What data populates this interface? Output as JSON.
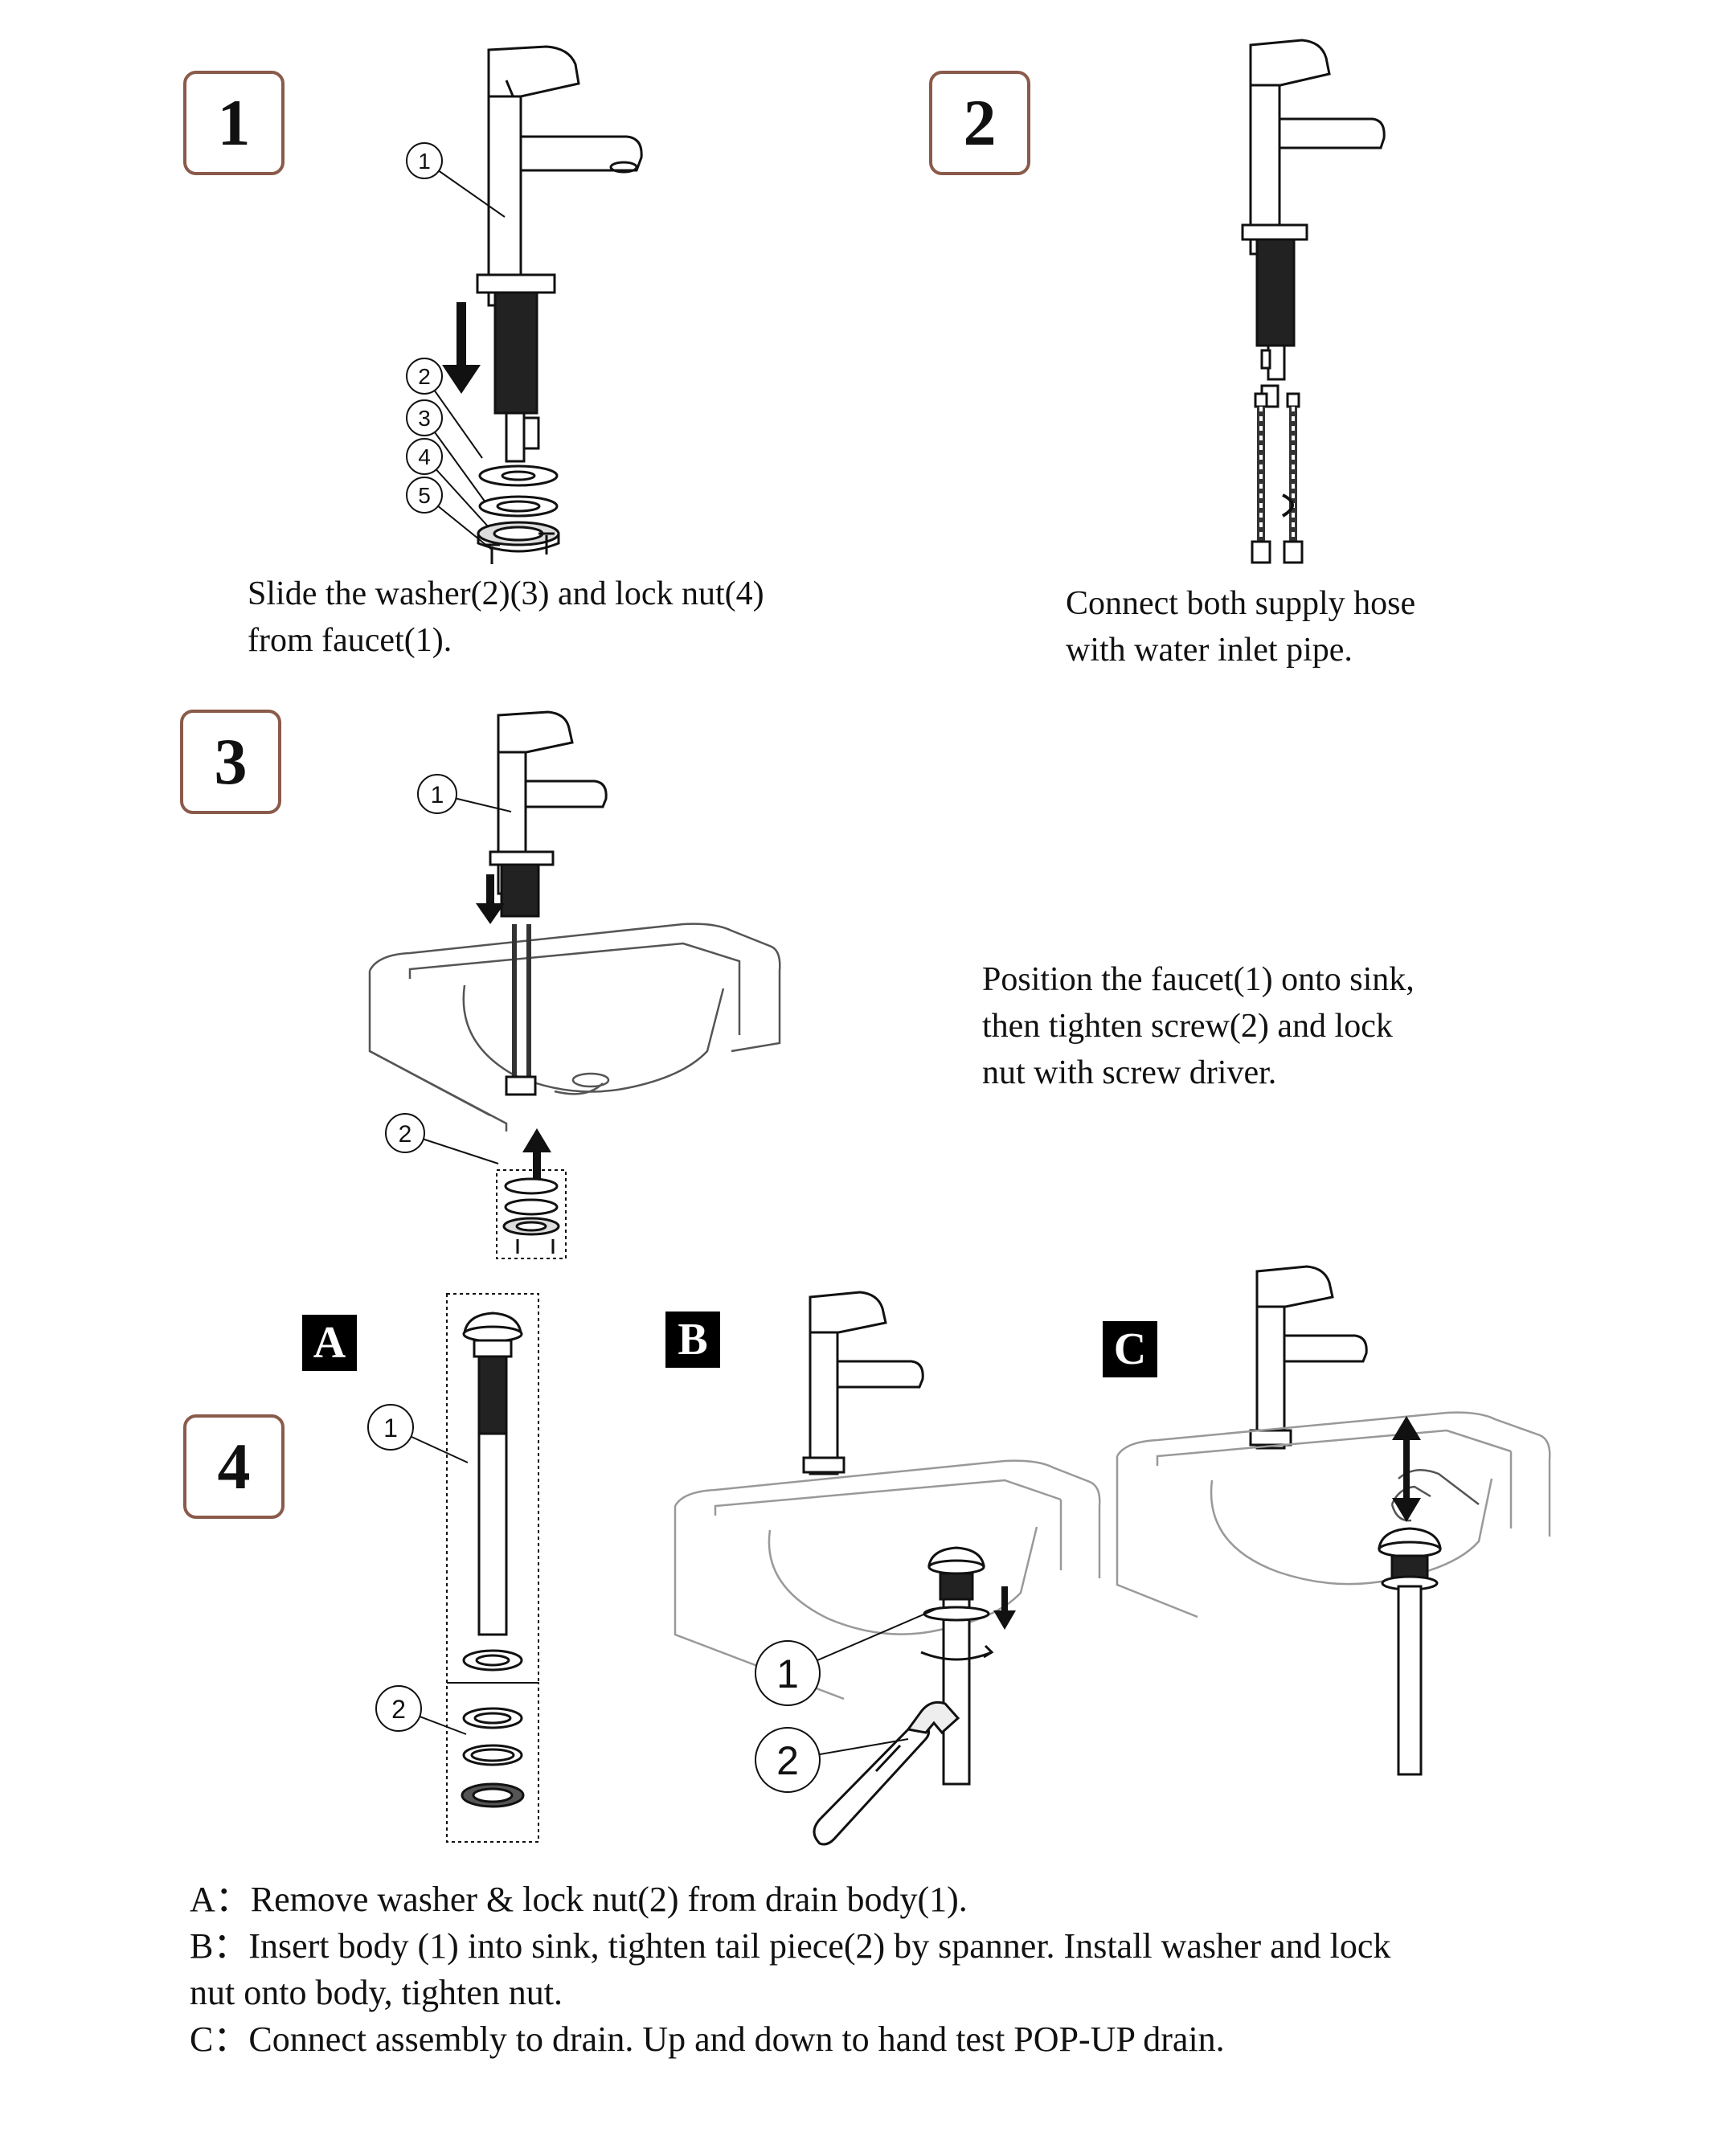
{
  "steps": [
    {
      "number": "1",
      "caption_lines": [
        "Slide the washer(2)(3) and lock nut(4)",
        "from faucet(1)."
      ]
    },
    {
      "number": "2",
      "caption_lines": [
        "Connect both supply hose",
        "with water inlet pipe."
      ]
    },
    {
      "number": "3",
      "caption_lines": [
        "Position the faucet(1) onto sink,",
        "then tighten screw(2) and lock",
        "nut with screw driver."
      ]
    },
    {
      "number": "4"
    }
  ],
  "substeps": {
    "a": "A",
    "b": "B",
    "c": "C"
  },
  "part_labels": {
    "one": "1",
    "two": "2",
    "three": "3",
    "four": "4",
    "five": "5"
  },
  "bottom_text": {
    "a_line": "A：Remove washer & lock nut(2) from drain body(1).",
    "b_line1": "B：Insert body (1) into sink, tighten tail piece(2) by spanner. Install washer and lock",
    "b_line2": "nut onto body, tighten nut.",
    "c_line": "C：Connect assembly to drain. Up and down to hand test POP-UP drain."
  }
}
